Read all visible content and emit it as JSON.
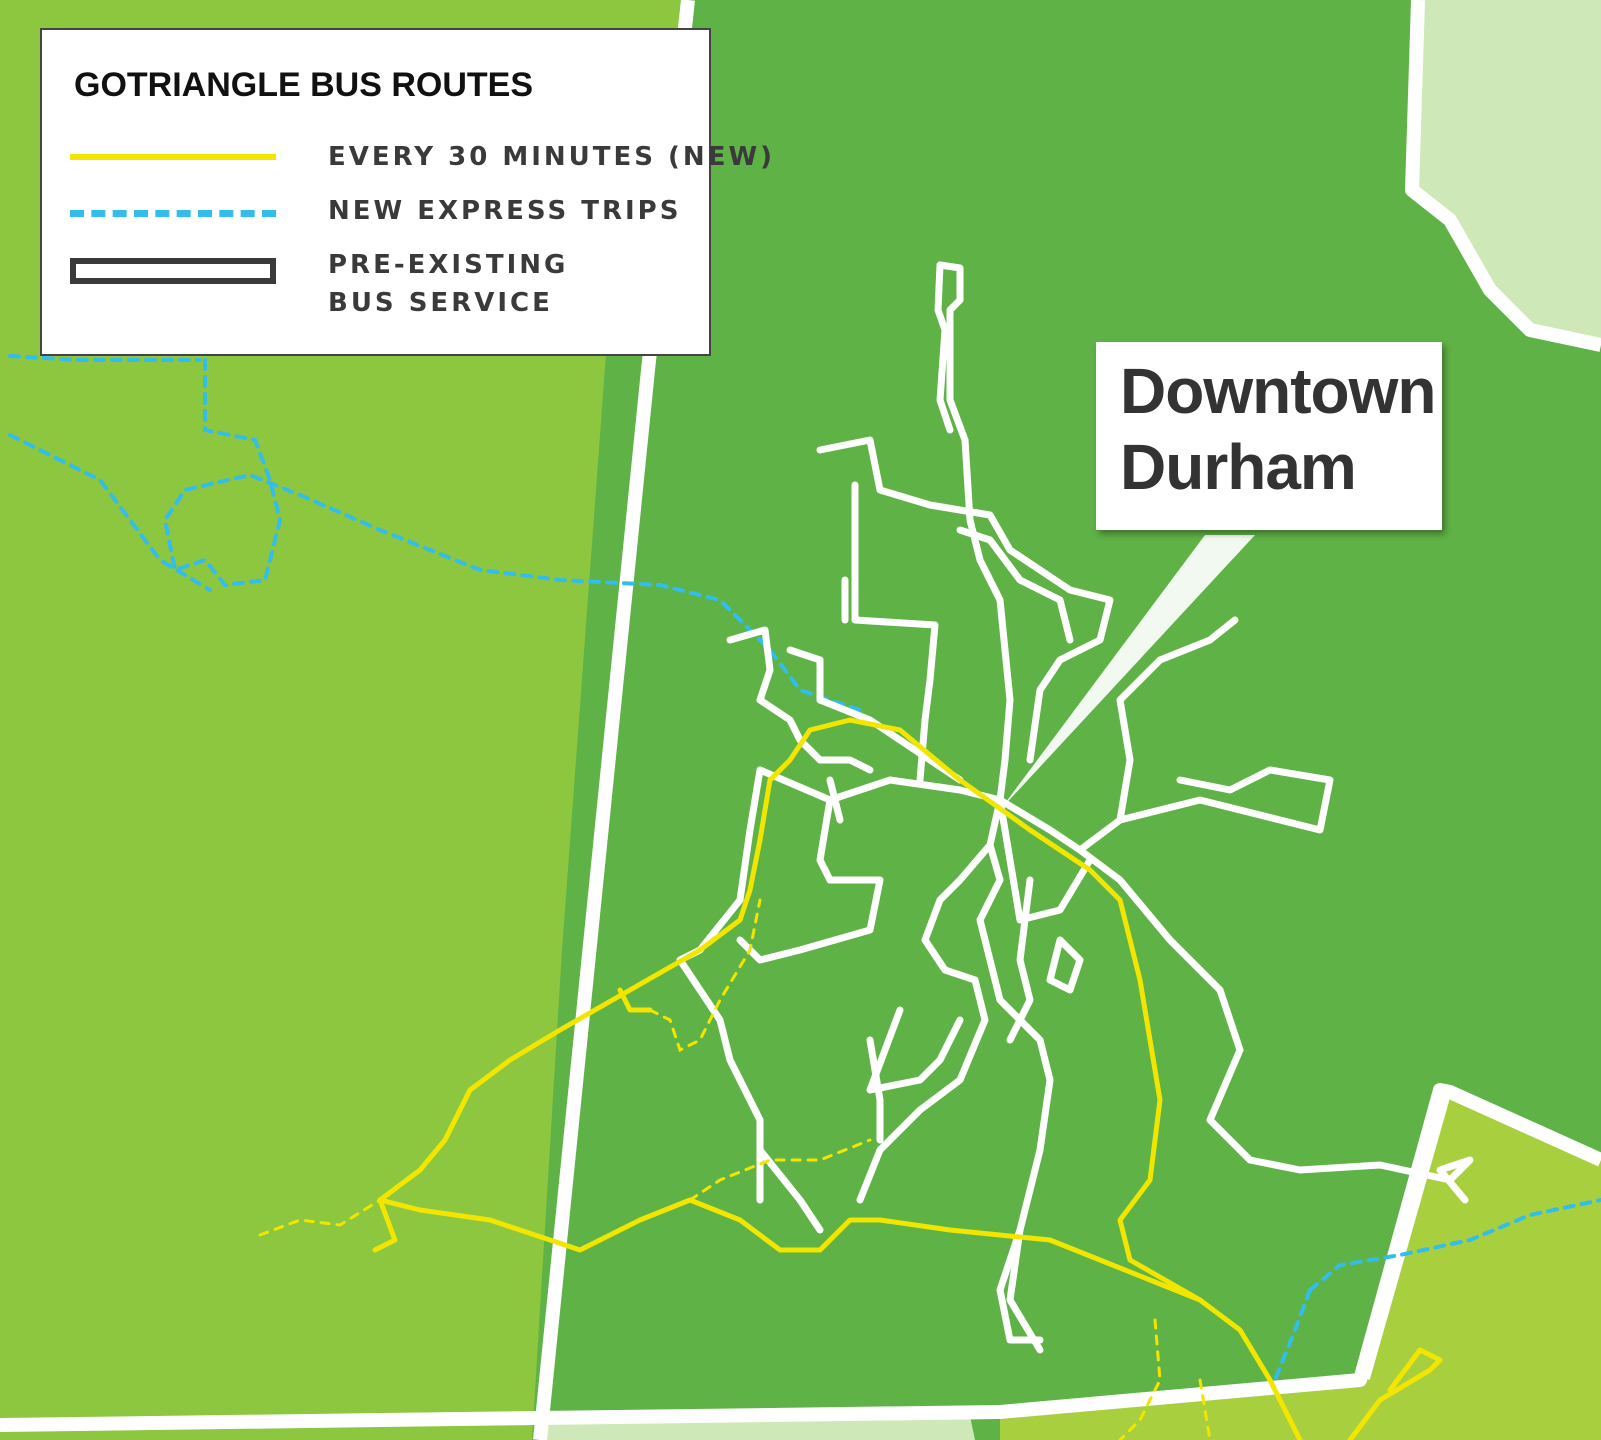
{
  "legend": {
    "title": "GOTRIANGLE BUS ROUTES",
    "items": [
      {
        "label_lines": [
          "EVERY 30 MINUTES (NEW)"
        ],
        "style": "solid",
        "color": "#f2e600"
      },
      {
        "label_lines": [
          "NEW EXPRESS TRIPS"
        ],
        "style": "dashed",
        "color": "#33bdea"
      },
      {
        "label_lines": [
          "PRE-EXISTING",
          "BUS SERVICE"
        ],
        "style": "double",
        "color": "#3a3a3a"
      }
    ]
  },
  "callout": {
    "lines": [
      "Downtown",
      "Durham"
    ]
  },
  "colors": {
    "county_light": "#8dc63f",
    "county_dark": "#5fb246",
    "boundary": "#ffffff",
    "pale_region": "#cfe8b8",
    "lime_region": "#a8cf3e",
    "route_new": "#f2e600",
    "route_express": "#33bdea",
    "route_existing": "#ffffff"
  }
}
